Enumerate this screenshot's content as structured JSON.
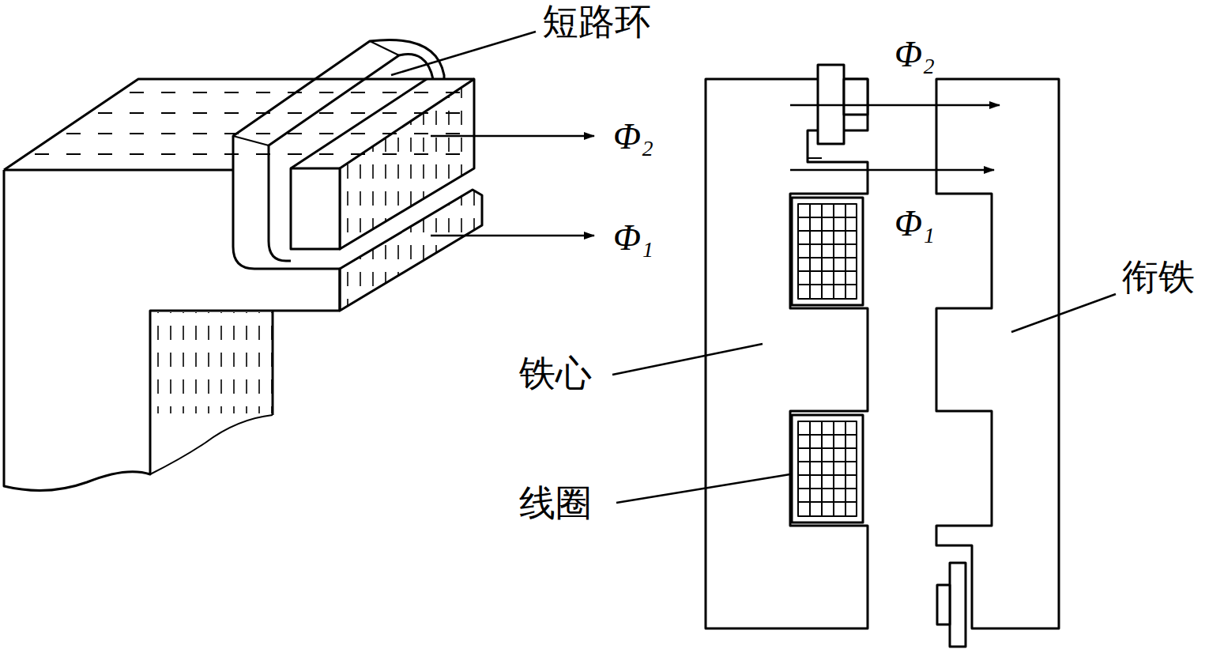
{
  "diagram": {
    "labels": [
      "短路环",
      "Φ₂",
      "Φ₂",
      "Φ₁",
      "Φ₁",
      "衔铁",
      "铁心",
      "线圈"
    ]
  }
}
